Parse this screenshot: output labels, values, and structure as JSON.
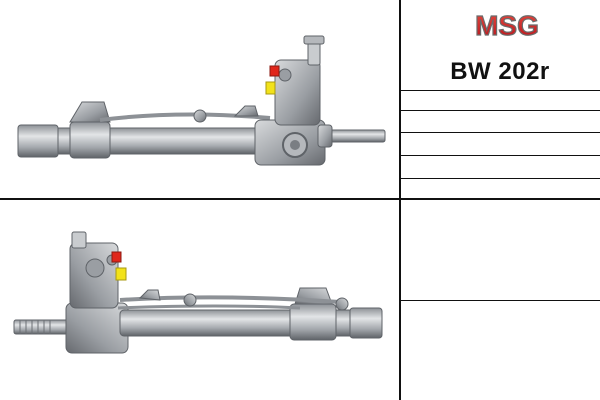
{
  "brand": {
    "logo_text": "MSG",
    "colors": {
      "logo_red": "#d8202a",
      "logo_grey": "#6b6b6b"
    }
  },
  "product": {
    "code": "BW 202r",
    "views": [
      {
        "name": "front-view",
        "icon": "steering-rack-photo"
      },
      {
        "name": "rear-view",
        "icon": "steering-rack-photo"
      }
    ]
  },
  "colors": {
    "metal_light": "#c9cccf",
    "metal_mid": "#9a9ea3",
    "metal_dark": "#5f6368",
    "cap_red": "#e0261b",
    "cap_yellow": "#f2e21a",
    "line": "#111111"
  }
}
